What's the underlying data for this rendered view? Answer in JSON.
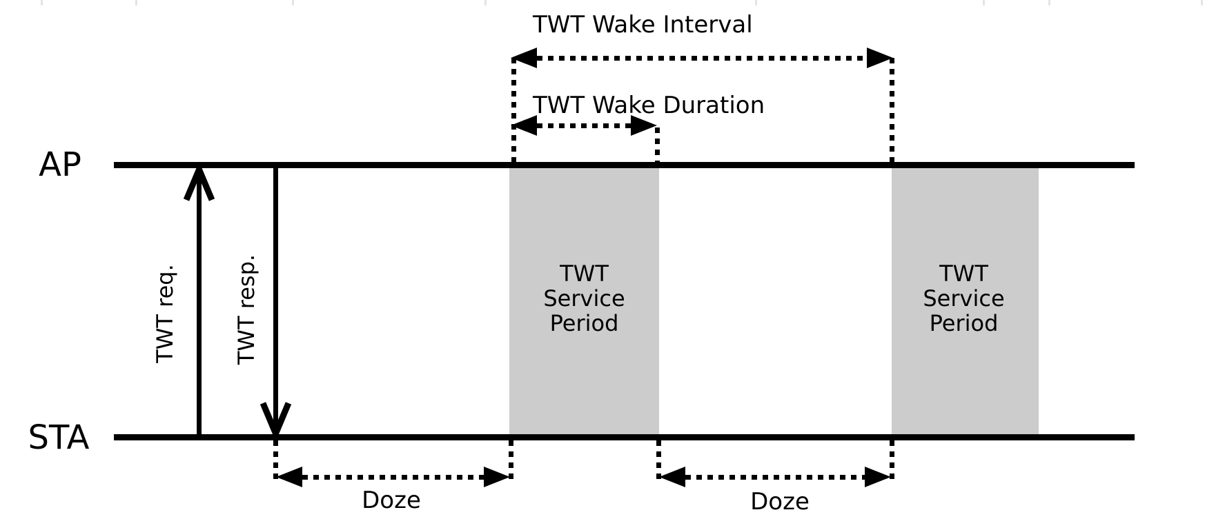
{
  "diagram": {
    "wake_interval_label": "TWT Wake Interval",
    "wake_duration_label": "TWT Wake Duration",
    "ap_label": "AP",
    "sta_label": "STA",
    "twt_req_label": "TWT req.",
    "twt_resp_label": "TWT resp.",
    "service_period_1_label": "TWT\nService\nPeriod",
    "service_period_2_label": "TWT\nService\nPeriod",
    "doze_1_label": "Doze",
    "doze_2_label": "Doze",
    "colors": {
      "line": "#000000",
      "service_fill": "#cccccc",
      "background": "#ffffff",
      "gridline_remnant": "#e4e4e4"
    }
  }
}
